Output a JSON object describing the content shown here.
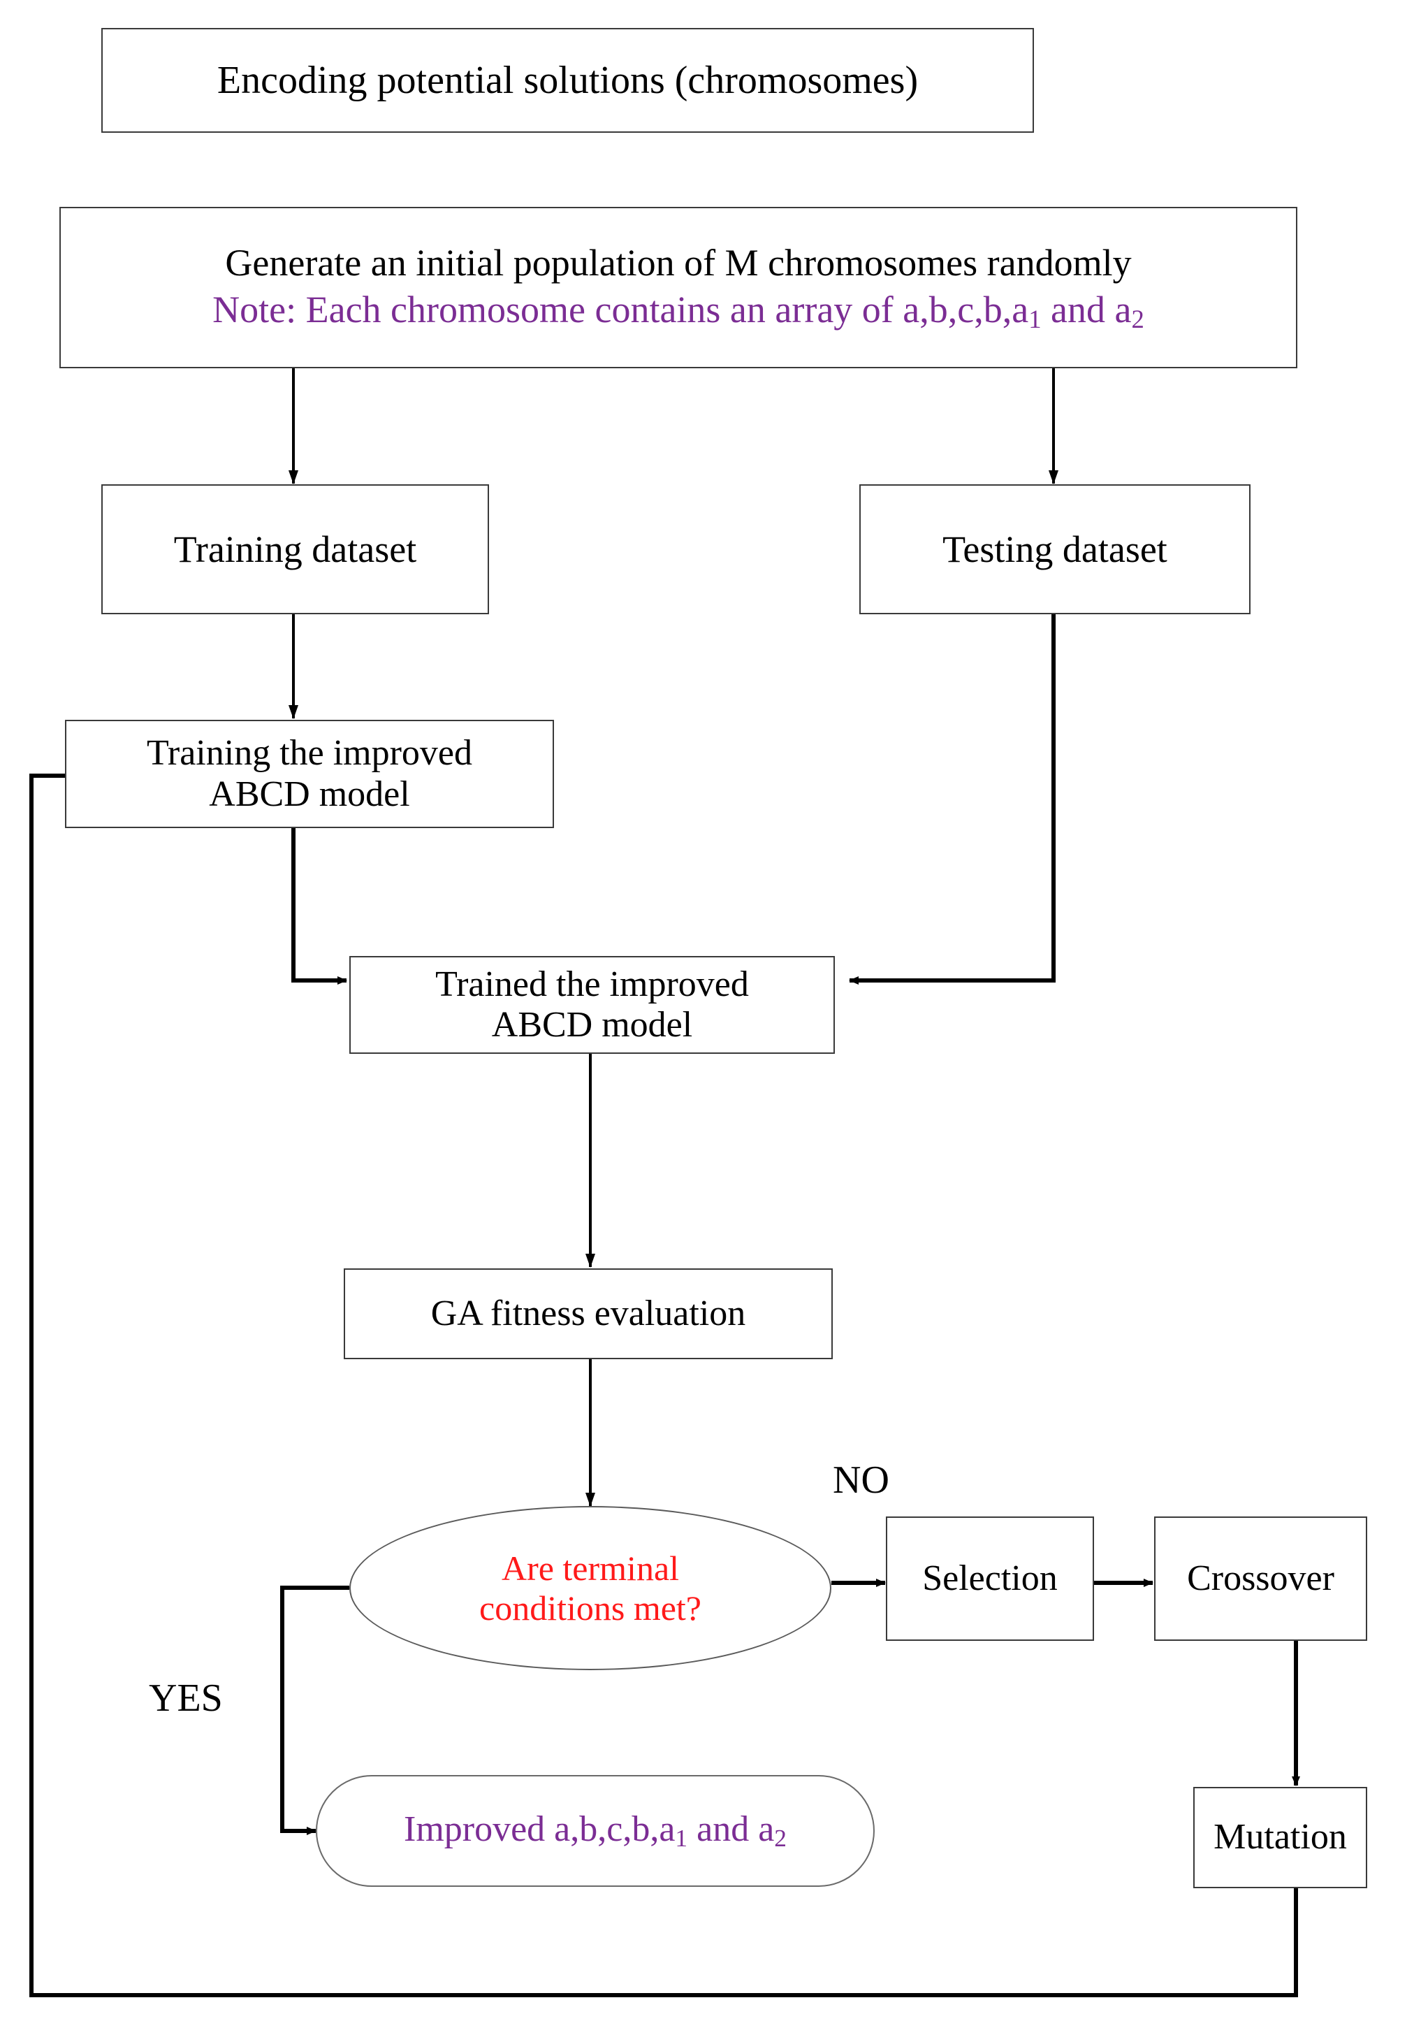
{
  "diagram": {
    "title": "Genetic algorithm optimization flowchart for the improved ABCD model",
    "type": "flowchart",
    "colors": {
      "note_purple": "#7B2D94",
      "decision_red": "#FF1A1A",
      "box_border": "#3a3a3a",
      "text_black": "#000000",
      "background": "#ffffff"
    }
  },
  "nodes": {
    "encoding": {
      "label": "Encoding potential solutions (chromosomes)",
      "shape": "rectangle",
      "text_color": "#000000"
    },
    "generate": {
      "line1": "Generate an initial population of M chromosomes randomly",
      "note_prefix": "Note: Each chromosome contains an array of a,b,c,b,a",
      "note_sub1": "1",
      "note_mid": " and a",
      "note_sub2": "2",
      "shape": "rectangle",
      "note_color": "#7B2D94"
    },
    "training_dataset": {
      "label": "Training dataset",
      "shape": "rectangle"
    },
    "testing_dataset": {
      "label": "Testing dataset",
      "shape": "rectangle"
    },
    "training_model": {
      "line1": "Training the improved",
      "line2": "ABCD model",
      "shape": "rectangle"
    },
    "trained_model": {
      "line1": "Trained the improved",
      "line2": "ABCD model",
      "shape": "rectangle"
    },
    "ga_fitness": {
      "label": "GA fitness evaluation",
      "shape": "rectangle"
    },
    "decision": {
      "line1": "Are terminal",
      "line2": "conditions met?",
      "shape": "ellipse",
      "text_color": "#FF1A1A"
    },
    "selection": {
      "label": "Selection",
      "shape": "rectangle"
    },
    "crossover": {
      "label": "Crossover",
      "shape": "rectangle"
    },
    "mutation": {
      "label": "Mutation",
      "shape": "rectangle"
    },
    "improved": {
      "prefix": "Improved a,b,c,b,a",
      "sub1": "1",
      "mid": " and a",
      "sub2": "2",
      "shape": "rounded-rectangle",
      "text_color": "#7B2D94"
    }
  },
  "edge_labels": {
    "no": "NO",
    "yes": "YES"
  },
  "edges": [
    {
      "from": "generate",
      "to": "training_dataset",
      "label": ""
    },
    {
      "from": "generate",
      "to": "testing_dataset",
      "label": ""
    },
    {
      "from": "training_dataset",
      "to": "training_model",
      "label": ""
    },
    {
      "from": "training_model",
      "to": "trained_model",
      "label": ""
    },
    {
      "from": "testing_dataset",
      "to": "trained_model",
      "label": ""
    },
    {
      "from": "trained_model",
      "to": "ga_fitness",
      "label": ""
    },
    {
      "from": "ga_fitness",
      "to": "decision",
      "label": ""
    },
    {
      "from": "decision",
      "to": "selection",
      "label": "NO"
    },
    {
      "from": "decision",
      "to": "improved",
      "label": "YES"
    },
    {
      "from": "selection",
      "to": "crossover",
      "label": ""
    },
    {
      "from": "crossover",
      "to": "mutation",
      "label": ""
    },
    {
      "from": "mutation",
      "to": "training_model",
      "label": ""
    }
  ]
}
